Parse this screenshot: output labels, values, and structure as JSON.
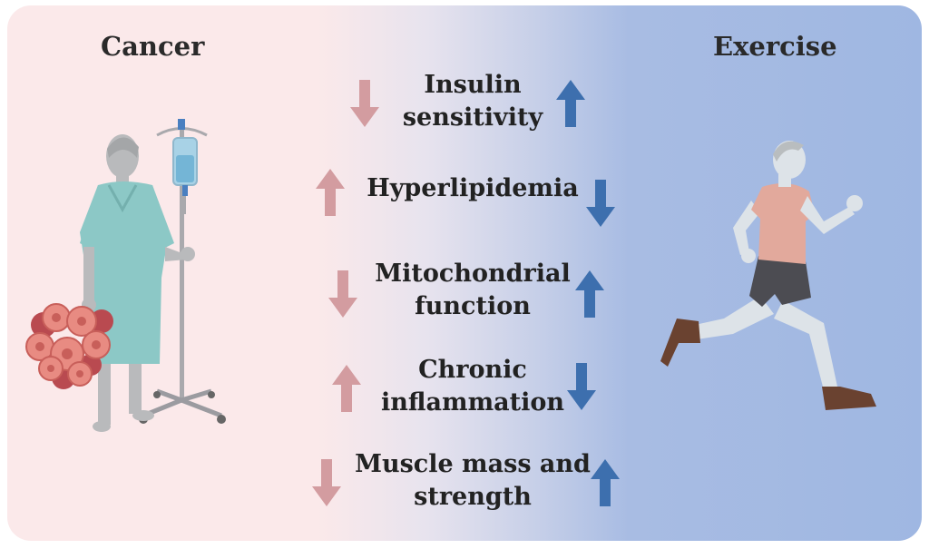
{
  "headings": {
    "left": "Cancer",
    "right": "Exercise"
  },
  "factors": [
    {
      "line1": "Insulin",
      "line2": "sensitivity",
      "cancer": "down",
      "exercise": "up"
    },
    {
      "line1": "Hyperlipidemia",
      "line2": "",
      "cancer": "up",
      "exercise": "down"
    },
    {
      "line1": "Mitochondrial",
      "line2": "function",
      "cancer": "down",
      "exercise": "up"
    },
    {
      "line1": "Chronic",
      "line2": "inflammation",
      "cancer": "up",
      "exercise": "down"
    },
    {
      "line1": "Muscle mass and",
      "line2": "strength",
      "cancer": "down",
      "exercise": "up"
    }
  ],
  "colors": {
    "cancer_arrow": "#d39ca0",
    "exercise_arrow": "#3d6fae",
    "left_bg": "#fbe9ea",
    "right_bg": "#9fb7e2"
  },
  "icons": [
    "patient-with-iv-icon",
    "tumor-cells-icon",
    "runner-icon"
  ]
}
